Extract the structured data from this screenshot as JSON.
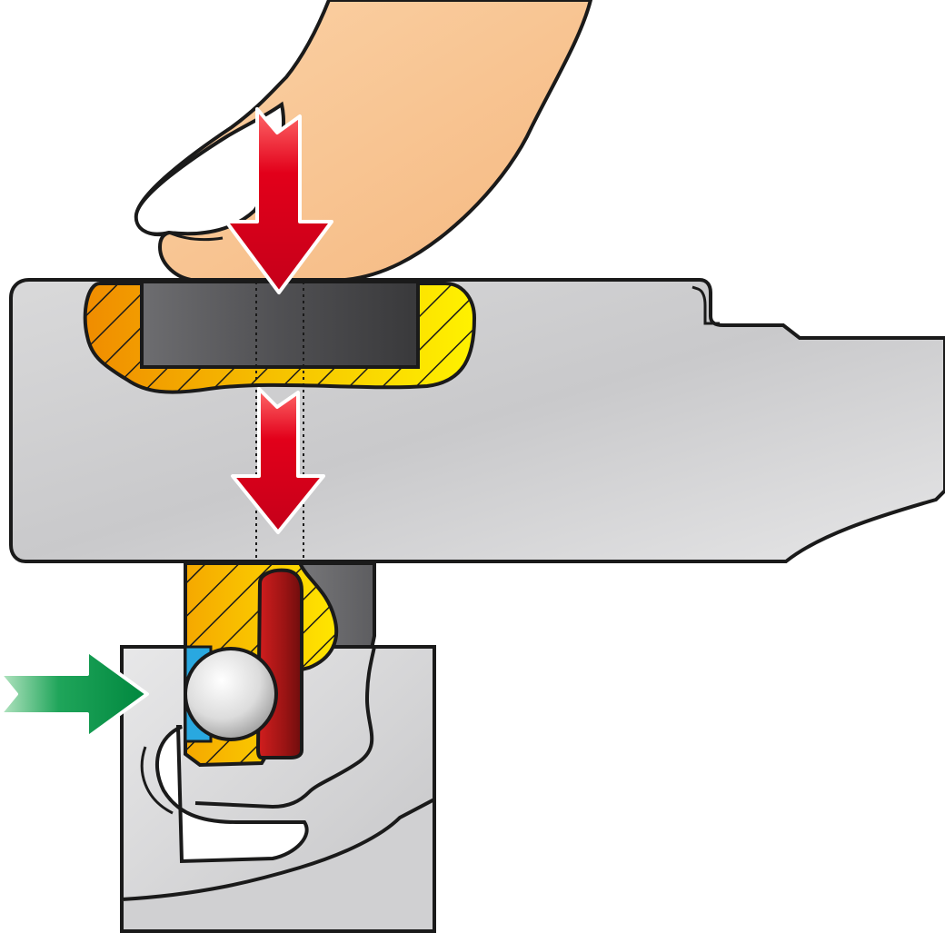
{
  "diagram": {
    "description_visible_text": "",
    "parts": [
      {
        "name": "finger",
        "color": "#f8c894"
      },
      {
        "name": "lever-arm",
        "color": "#cfcfd0"
      },
      {
        "name": "press-block",
        "color": "#5a5a5c"
      },
      {
        "name": "upper-bearing-housing",
        "color": "#f4b400"
      },
      {
        "name": "lower-bearing-housing",
        "color": "#f4c400"
      },
      {
        "name": "bearing-ball",
        "color": "#e8e8e8"
      },
      {
        "name": "inner-race",
        "color": "#b01818"
      },
      {
        "name": "shaft",
        "color": "#7a7a7c"
      },
      {
        "name": "outer-block",
        "color": "#d4d4d6"
      },
      {
        "name": "blue-seal",
        "color": "#29a8e0"
      }
    ],
    "arrows": [
      {
        "name": "press-force-arrow",
        "color": "#e2001a",
        "direction": "down"
      },
      {
        "name": "transmitted-force-arrow",
        "color": "#e2001a",
        "direction": "down"
      },
      {
        "name": "side-force-arrow",
        "color": "#00964a",
        "direction": "right"
      }
    ]
  }
}
